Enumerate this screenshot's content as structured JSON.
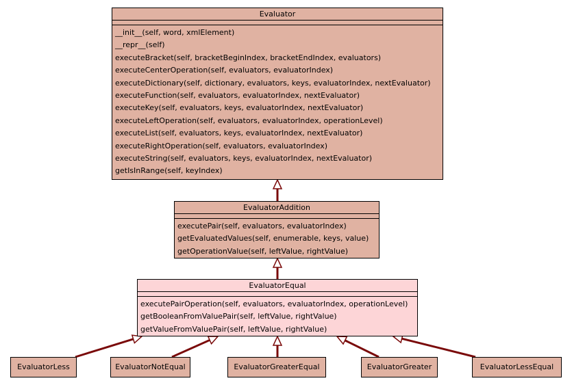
{
  "colors": {
    "parent_fill": "#e0b2a2",
    "equal_fill": "#fdd5d7",
    "link": "#7a0a0a"
  },
  "evaluator": {
    "name": "Evaluator",
    "methods": [
      "__init__(self, word, xmlElement)",
      "__repr__(self)",
      "executeBracket(self, bracketBeginIndex, bracketEndIndex, evaluators)",
      "executeCenterOperation(self, evaluators, evaluatorIndex)",
      "executeDictionary(self, dictionary, evaluators, keys, evaluatorIndex, nextEvaluator)",
      "executeFunction(self, evaluators, evaluatorIndex, nextEvaluator)",
      "executeKey(self, evaluators, keys, evaluatorIndex, nextEvaluator)",
      "executeLeftOperation(self, evaluators, evaluatorIndex, operationLevel)",
      "executeList(self, evaluators, keys, evaluatorIndex, nextEvaluator)",
      "executeRightOperation(self, evaluators, evaluatorIndex)",
      "executeString(self, evaluators, keys, evaluatorIndex, nextEvaluator)",
      "getIsInRange(self, keyIndex)"
    ]
  },
  "evaluator_addition": {
    "name": "EvaluatorAddition",
    "methods": [
      "executePair(self, evaluators, evaluatorIndex)",
      "getEvaluatedValues(self, enumerable, keys, value)",
      "getOperationValue(self, leftValue, rightValue)"
    ]
  },
  "evaluator_equal": {
    "name": "EvaluatorEqual",
    "methods": [
      "executePairOperation(self, evaluators, evaluatorIndex, operationLevel)",
      "getBooleanFromValuePair(self, leftValue, rightValue)",
      "getValueFromValuePair(self, leftValue, rightValue)"
    ]
  },
  "leaves": [
    "EvaluatorLess",
    "EvaluatorNotEqual",
    "EvaluatorGreaterEqual",
    "EvaluatorGreater",
    "EvaluatorLessEqual"
  ]
}
